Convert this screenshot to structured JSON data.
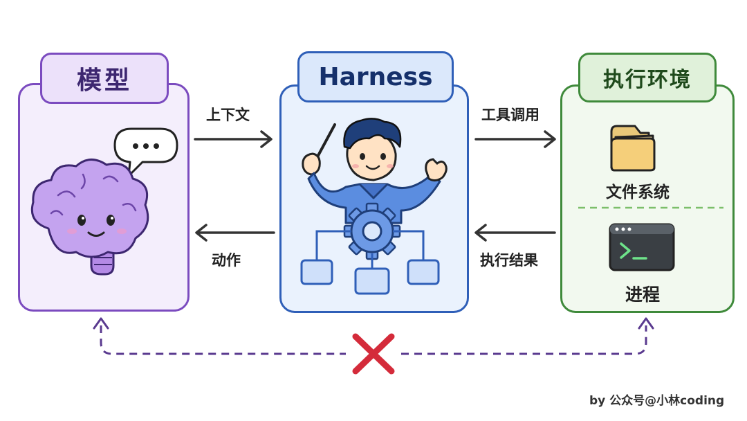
{
  "panels": {
    "model": {
      "title": "模型"
    },
    "harness": {
      "title": "Harness"
    },
    "environment": {
      "title": "执行环境",
      "items": [
        {
          "label": "文件系统",
          "icon": "folder-icon"
        },
        {
          "label": "进程",
          "icon": "terminal-icon"
        }
      ]
    }
  },
  "arrows": {
    "context": "上下文",
    "action": "动作",
    "tool_call": "工具调用",
    "exec_result": "执行结果"
  },
  "blocked_link": {
    "icon": "red-x-icon"
  },
  "credit": "by 公众号@小林coding",
  "colors": {
    "model": "#7b4bbf",
    "harness": "#2f5fb8",
    "environment": "#3f8a3b",
    "blocked": "#d42b3a"
  }
}
